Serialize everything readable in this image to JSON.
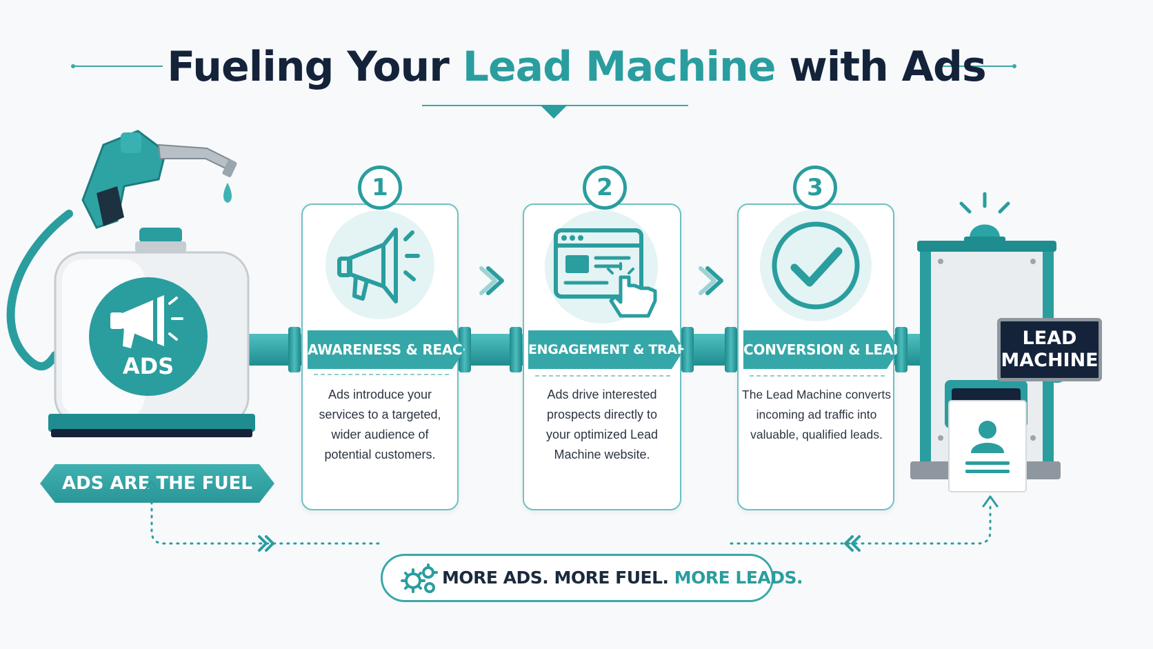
{
  "title": {
    "part1": "Fueling Your",
    "part2": "Lead Machine",
    "part3": "with Ads"
  },
  "fuel": {
    "tank_label": "ADS",
    "banner": "ADS ARE THE FUEL"
  },
  "steps": [
    {
      "number": "1",
      "title": "AWARENESS & REACH",
      "icon": "megaphone-icon",
      "lines": [
        "Ads introduce your",
        "services to a targeted,",
        "wider audience of",
        "potential customers."
      ]
    },
    {
      "number": "2",
      "title": "ENGAGEMENT & TRAFFIC",
      "icon": "browser-click-icon",
      "lines": [
        "Ads drive interested",
        "prospects directly to",
        "your optimized Lead",
        "Machine website."
      ]
    },
    {
      "number": "3",
      "title": "CONVERSION & LEADS",
      "icon": "checkmark-icon",
      "lines": [
        "The Lead Machine converts",
        "incoming ad traffic into",
        "valuable, qualified leads."
      ]
    }
  ],
  "machine": {
    "line1": "LEAD",
    "line2": "MACHINE"
  },
  "footer": {
    "part1": "MORE ADS. MORE FUEL.",
    "part2": "MORE LEADS."
  },
  "colors": {
    "accent": "#2a9d9f",
    "dark": "#14233a",
    "light_teal": "#e4f3f3"
  }
}
